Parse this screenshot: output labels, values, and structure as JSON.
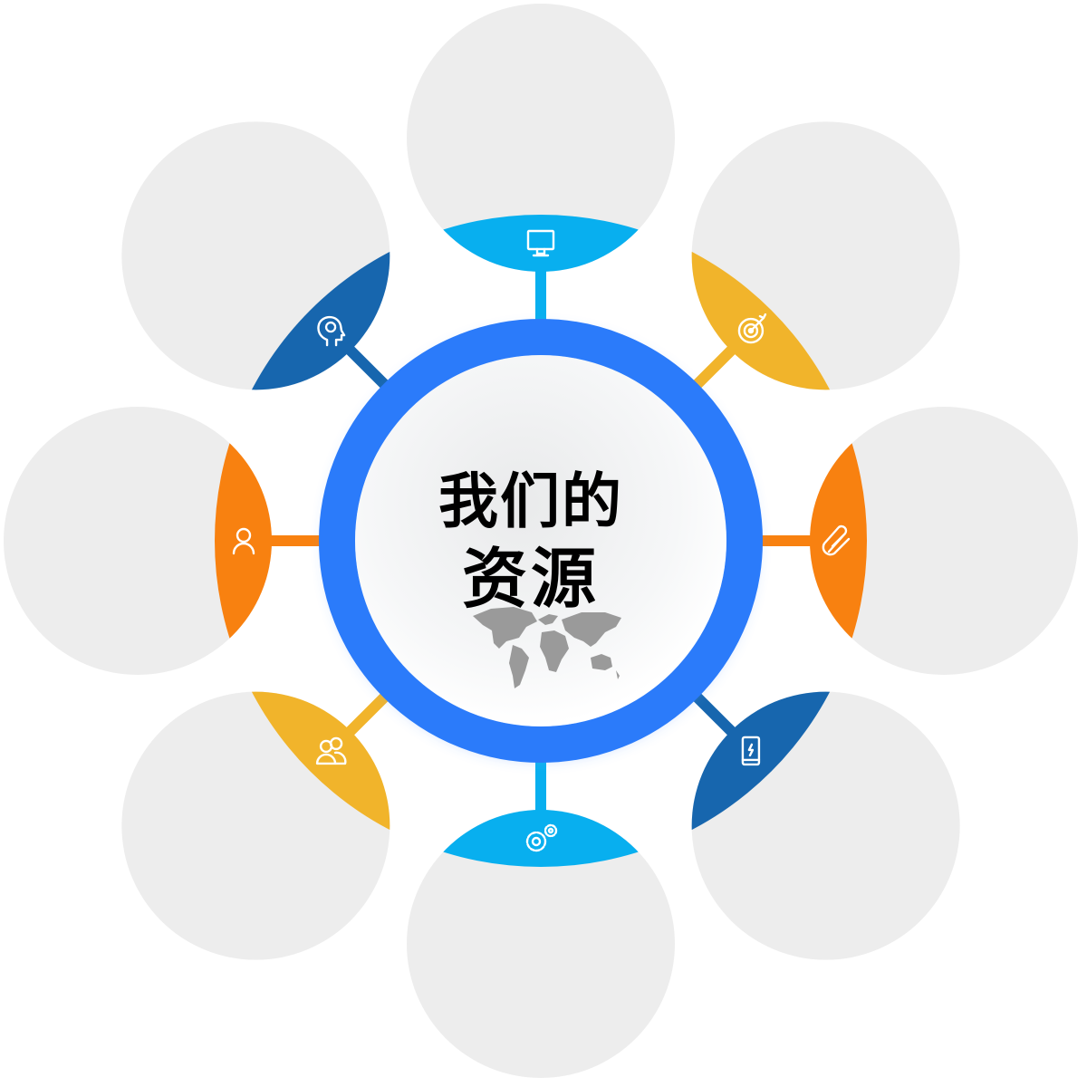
{
  "center": {
    "title_line1": "我们的",
    "title_line2": "资源",
    "ring_color": "#2B7BFA",
    "map_color": "#9A9A9A"
  },
  "nodes": [
    {
      "position": "top",
      "color": "#08AFEF",
      "icon": "monitor-icon"
    },
    {
      "position": "top-right",
      "color": "#F1B42B",
      "icon": "target-icon"
    },
    {
      "position": "right",
      "color": "#F88110",
      "icon": "paperclip-icon"
    },
    {
      "position": "bottom-right",
      "color": "#1766AE",
      "icon": "tablet-icon"
    },
    {
      "position": "bottom",
      "color": "#08AFEF",
      "icon": "gears-icon"
    },
    {
      "position": "bottom-left",
      "color": "#F1B42B",
      "icon": "users-icon"
    },
    {
      "position": "left",
      "color": "#F88110",
      "icon": "user-icon"
    },
    {
      "position": "top-left",
      "color": "#1766AE",
      "icon": "brain-head-icon"
    }
  ],
  "bubble_color": "#EDEDED"
}
